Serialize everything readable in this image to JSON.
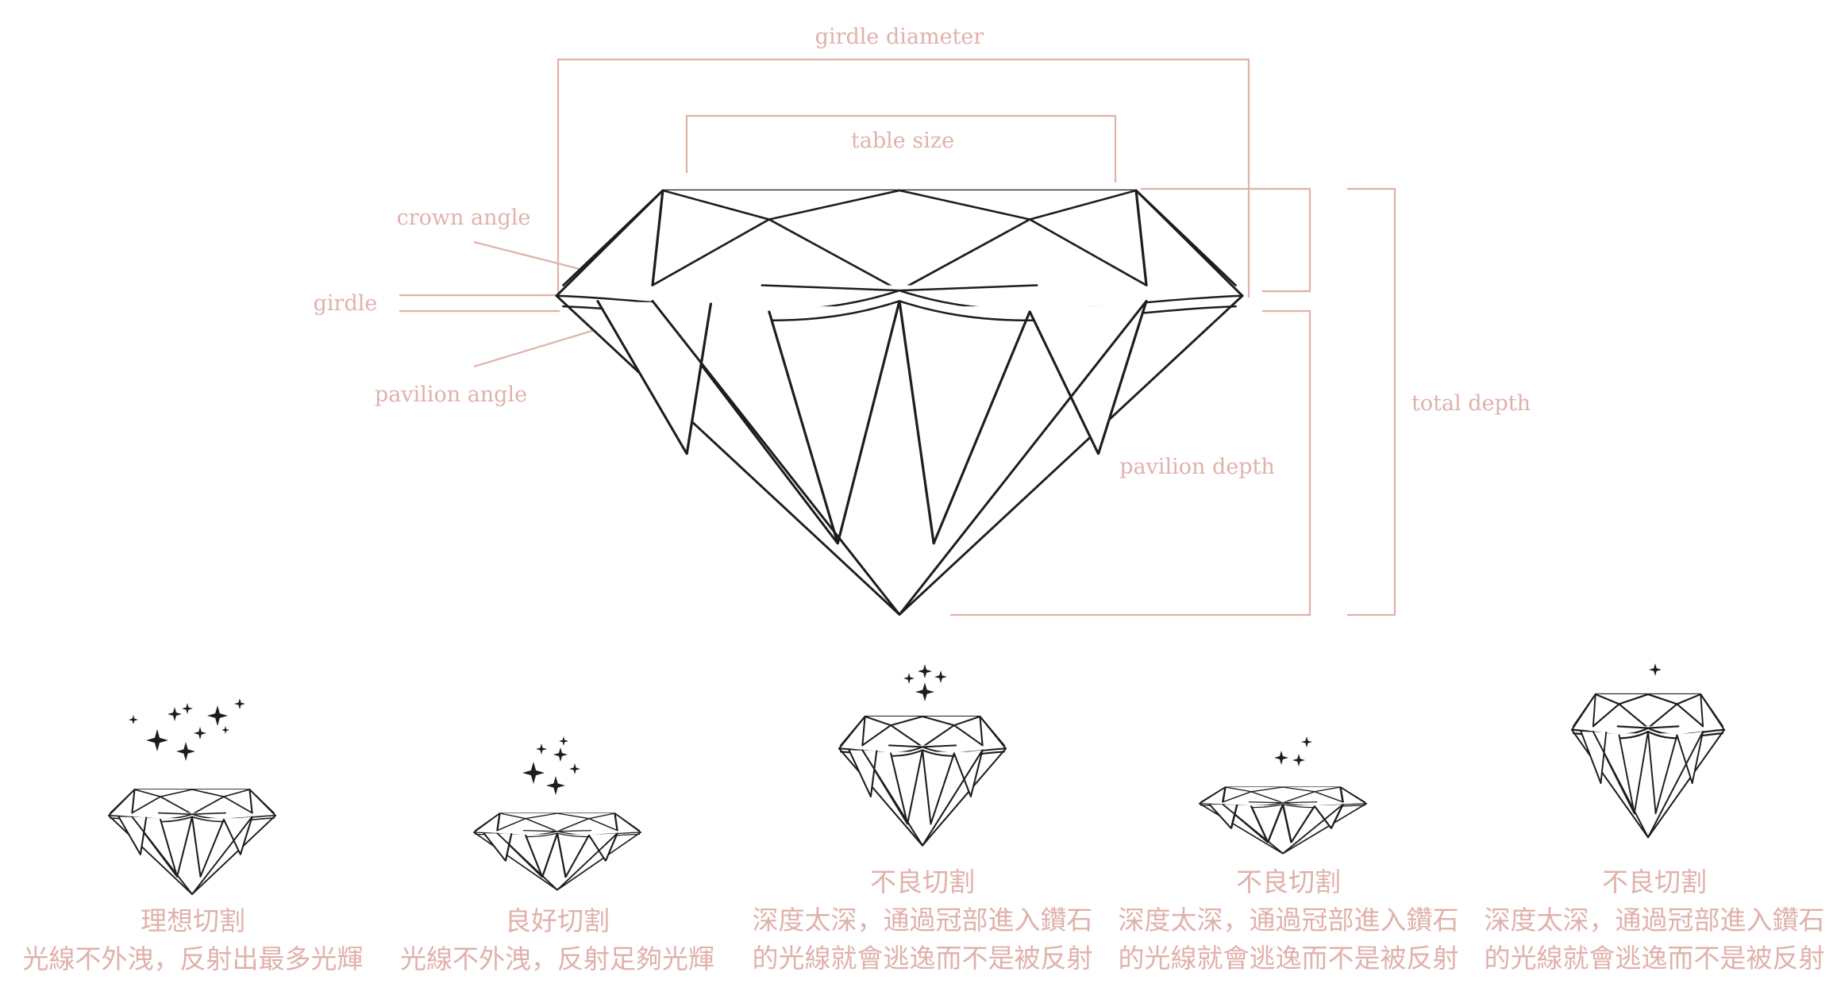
{
  "labels": {
    "girdle_diameter": "girdle diameter",
    "table_size": "table size",
    "crown_angle": "crown angle",
    "girdle": "girdle",
    "pavilion_angle": "pavilion angle",
    "total_depth": "total depth",
    "pavilion_depth": "pavilion depth"
  },
  "cuts": [
    {
      "title": "理想切割",
      "desc": [
        "光線不外洩，反射出最多光輝"
      ]
    },
    {
      "title": "良好切割",
      "desc": [
        "光線不外洩，反射足夠光輝"
      ]
    },
    {
      "title": "不良切割",
      "desc": [
        "深度太深，通過冠部進入鑽石",
        "的光線就會逃逸而不是被反射"
      ]
    },
    {
      "title": "不良切割",
      "desc": [
        "深度太深，通過冠部進入鑽石",
        "的光線就會逃逸而不是被反射"
      ]
    },
    {
      "title": "不良切割",
      "desc": [
        "深度太深，通過冠部進入鑽石",
        "的光線就會逃逸而不是被反射"
      ]
    }
  ],
  "colors": {
    "annotation": "#e0b1ab",
    "outline": "#1d1d1d"
  },
  "icons": [
    "diamond-outline",
    "sparkle-icon"
  ]
}
